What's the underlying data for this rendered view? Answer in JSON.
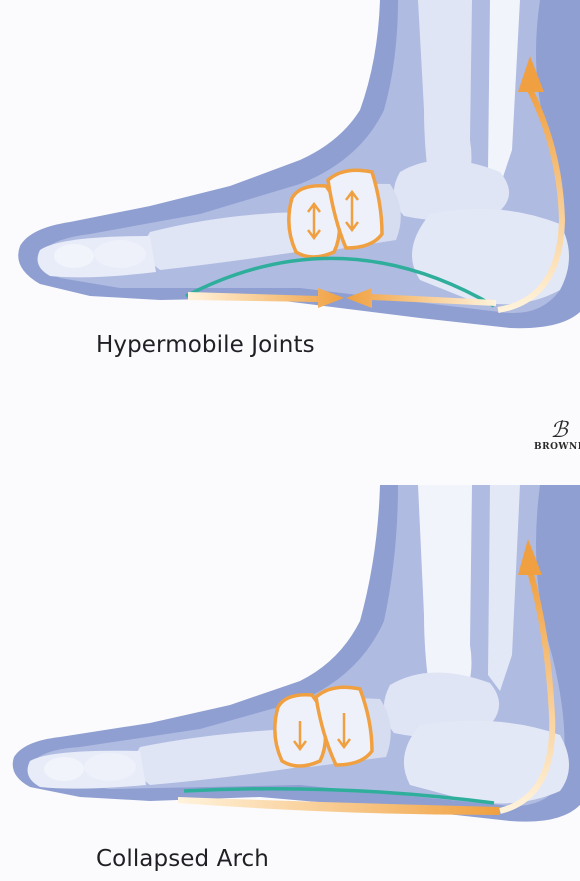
{
  "panels": [
    {
      "caption": "Hypermobile Joints"
    },
    {
      "caption": "Collapsed Arch"
    }
  ],
  "brand": {
    "mark": "ℬ",
    "text": "BROWNE"
  },
  "colors": {
    "skin": "#8f9fd2",
    "skin_light": "#b9c4e6",
    "bone": "#dfe5f4",
    "bone_light": "#f1f4fb",
    "arrow_orange": "#f0a040",
    "arch_line": "#2fae9c",
    "caption": "#1f1f24"
  }
}
